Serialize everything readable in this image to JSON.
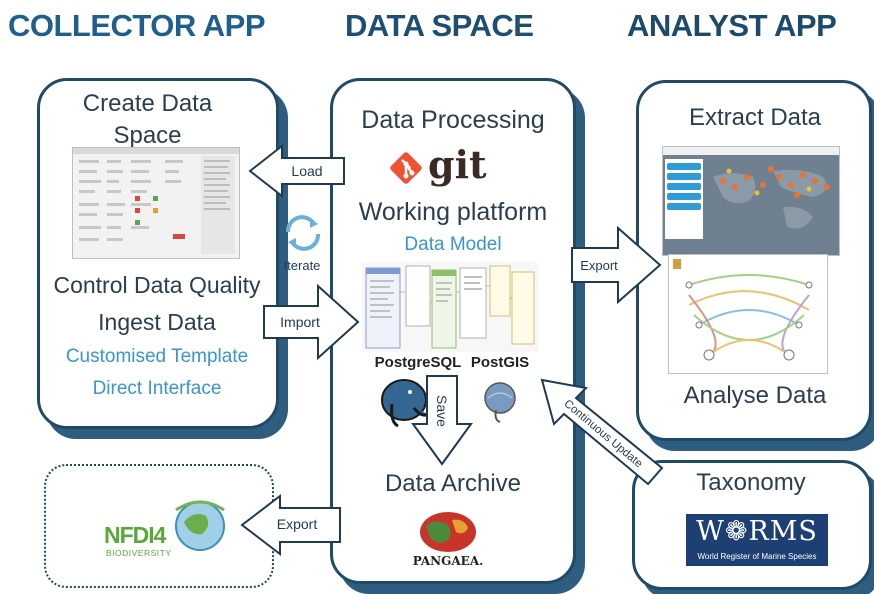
{
  "headers": {
    "collector": "COLLECTOR APP",
    "data_space": "DATA SPACE",
    "analyst": "ANALYST APP"
  },
  "colors": {
    "header_left": "#1f5f8b",
    "header_mid": "#1e4f73",
    "header_right": "#1d4a6b",
    "panel_border": "#1f4a68",
    "text_dark": "#2b3e50",
    "text_blue": "#3a96c8"
  },
  "collector": {
    "create_data_space": "Create Data Space",
    "control_data_quality": "Control Data Quality",
    "ingest_data": "Ingest Data",
    "customised_template": "Customised Template",
    "direct_interface": "Direct Interface"
  },
  "data_space": {
    "data_processing": "Data Processing",
    "git_logo": "git",
    "working_platform": "Working platform",
    "data_model": "Data Model",
    "postgresql": "PostgreSQL",
    "postgis": "PostGIS",
    "data_archive": "Data Archive",
    "pangaea": "PANGAEA."
  },
  "analyst": {
    "extract_data": "Extract Data",
    "analyse_data": "Analyse Data"
  },
  "taxonomy": {
    "title": "Taxonomy",
    "worms_logo": "W❁RMS",
    "worms_sub": "World Register of Marine Species"
  },
  "nfdi": {
    "logo_main": "NFDI4",
    "logo_sub": "BIODIVERSITY"
  },
  "arrows": {
    "load": "Load",
    "iterate": "Iterate",
    "import": "Import",
    "export_right": "Export",
    "save": "Save",
    "continuous_update": "Continuous Update",
    "export_left": "Export"
  }
}
